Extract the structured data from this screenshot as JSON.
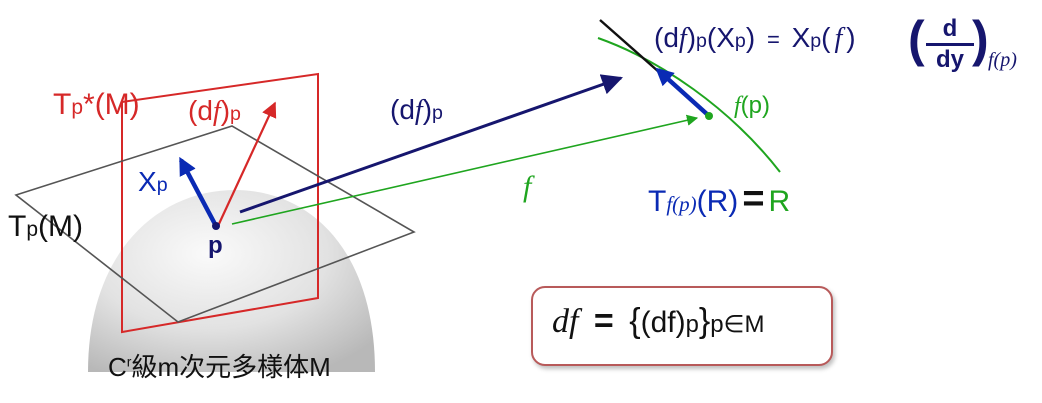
{
  "colors": {
    "red": "#d62828",
    "navy": "#16166e",
    "blue": "#0a2ab4",
    "green": "#1fa51f",
    "black": "#111111",
    "gray_line": "#555555"
  },
  "labels": {
    "cotangent_space": {
      "t": "T",
      "p": "p",
      "rest": "*(M)"
    },
    "df_p_red": {
      "open": "(d",
      "f": "f",
      "close": ")",
      "p": "p"
    },
    "tangent_space": {
      "t": "T",
      "p": "p",
      "rest": "(M)"
    },
    "x_p": {
      "x": "X",
      "p": "p"
    },
    "point_p": "p",
    "df_p_navy": {
      "open": "(d",
      "f": "f",
      "close": ")",
      "p": "p"
    },
    "f_green": "f",
    "f_of_p": {
      "f": "f",
      "rest": "(p)"
    },
    "target_space": {
      "t": "T",
      "sub": "f(p)",
      "rest": "(R)",
      "eq": "=",
      "r": "R"
    },
    "manifold": {
      "c": "C",
      "sup": "r",
      "rest": "級m次元多様体M"
    }
  },
  "formula_top": {
    "lhs_open": "(d",
    "lhs_f": "f",
    "lhs_close": ")",
    "lhs_p": "p",
    "lhs_arg": "(X",
    "lhs_arg_p": "p",
    "lhs_arg_close": ")",
    "eq": "=",
    "rhs_x": "X",
    "rhs_p": "p",
    "rhs_f_open": "(",
    "rhs_f": "f",
    "rhs_f_close": ")",
    "frac_num": "d",
    "frac_den": "dy",
    "rhs_sub": "f(p)"
  },
  "formula_box": {
    "lhs": "df",
    "eq": "=",
    "brace_open": "{",
    "inner": "(df)",
    "inner_p": "p",
    "brace_close": "}",
    "sub": "p∈M"
  }
}
